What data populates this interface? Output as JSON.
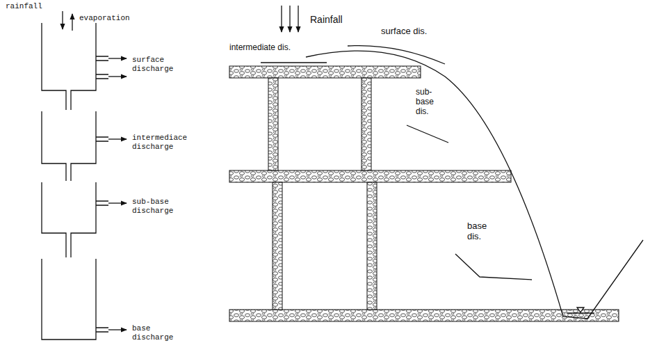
{
  "diagram": {
    "labels": [
      "rainfall",
      "evaporation",
      "surface discharge",
      "intermediace discharge",
      "sub-base discharge",
      "base discharge",
      "Rainfall",
      "surface dis.",
      "intermediate dis.",
      "sub-base dis.",
      "base dis."
    ]
  }
}
